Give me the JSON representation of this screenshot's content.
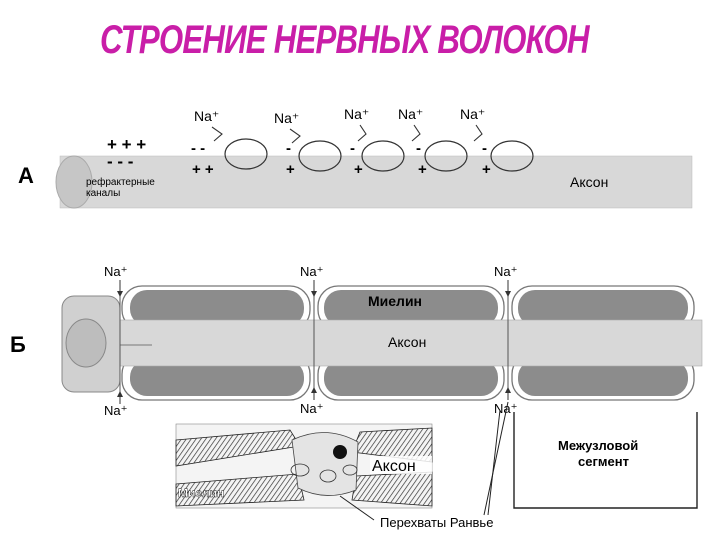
{
  "title": "СТРОЕНИЕ НЕРВНЫХ ВОЛОКОН",
  "colors": {
    "title": "#c91ea8",
    "fiber": "#d8d8d8",
    "myelin": "#8c8c8c"
  },
  "panel_a": {
    "letter": "А",
    "charges_top": "+ + +",
    "charges_bottom": "- - -",
    "channels_label_1": "рефрактерные",
    "channels_label_2": "каналы",
    "axon_label": "Аксон",
    "na_labels": [
      "Na⁺",
      "Na⁺",
      "Na⁺",
      "Na⁺",
      "Na⁺"
    ],
    "minus_marks": [
      "- -",
      "-",
      "-",
      "-",
      "-"
    ],
    "plus_marks": [
      "+ +",
      "+",
      "+",
      "+",
      "+"
    ]
  },
  "panel_b": {
    "letter": "Б",
    "myelin_label": "Миелин",
    "axon_label": "Аксон",
    "na_top": [
      "Na⁺",
      "Na⁺",
      "Na⁺"
    ],
    "na_bottom": [
      "Na⁺",
      "Na⁺",
      "Na⁺"
    ]
  },
  "micrograph": {
    "axon_label": "Аксон",
    "myelin_label": "Миелин",
    "nodes_label": "Перехваты Ранвье"
  },
  "internode": {
    "line1": "Межузловой",
    "line2": "сегмент"
  }
}
